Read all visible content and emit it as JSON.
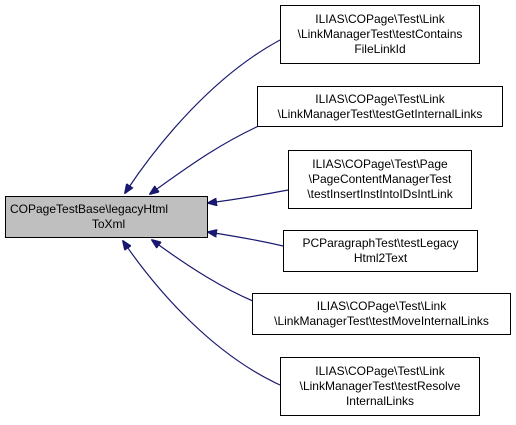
{
  "graph": {
    "root": {
      "lines": [
        "COPageTestBase\\legacyHtml",
        "ToXml"
      ]
    },
    "callers": [
      {
        "lines": [
          "ILIAS\\COPage\\Test\\Link",
          "\\LinkManagerTest\\testContains",
          "FileLinkId"
        ]
      },
      {
        "lines": [
          "ILIAS\\COPage\\Test\\Link",
          "\\LinkManagerTest\\testGetInternalLinks"
        ]
      },
      {
        "lines": [
          "ILIAS\\COPage\\Test\\Page",
          "\\PageContentManagerTest",
          "\\testInsertInstIntoIDsIntLink"
        ]
      },
      {
        "lines": [
          "PCParagraphTest\\testLegacy",
          "Html2Text"
        ]
      },
      {
        "lines": [
          "ILIAS\\COPage\\Test\\Link",
          "\\LinkManagerTest\\testMoveInternalLinks"
        ]
      },
      {
        "lines": [
          "ILIAS\\COPage\\Test\\Link",
          "\\LinkManagerTest\\testResolve",
          "InternalLinks"
        ]
      }
    ]
  },
  "colors": {
    "edge": "#191970",
    "root_fill": "#bfbfbf",
    "node_fill": "#ffffff",
    "border": "#000000"
  }
}
